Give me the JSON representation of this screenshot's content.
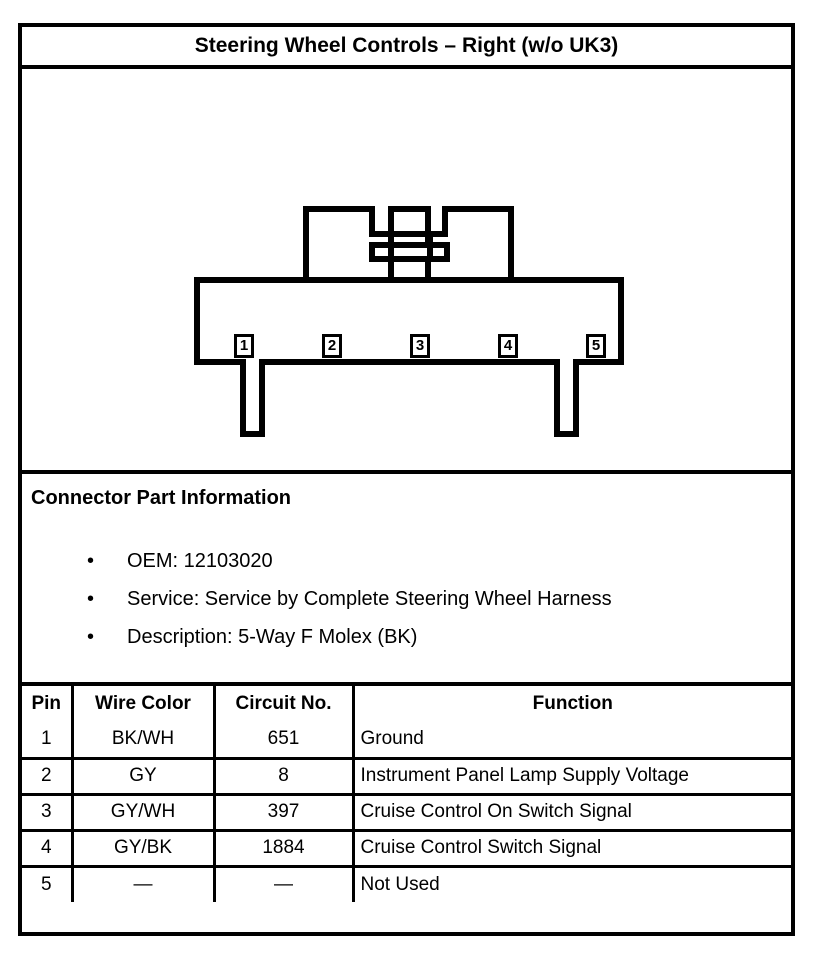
{
  "document": {
    "title": "Steering Wheel Controls – Right (w/o UK3)"
  },
  "connector_diagram": {
    "label": "5-way female connector face view",
    "pins": [
      {
        "number": "1"
      },
      {
        "number": "2"
      },
      {
        "number": "3"
      },
      {
        "number": "4"
      },
      {
        "number": "5"
      }
    ]
  },
  "part_information": {
    "heading": "Connector Part Information",
    "bullet_glyph": "•",
    "items": [
      "OEM: 12103020",
      "Service: Service by Complete Steering Wheel Harness",
      "Description: 5-Way F Molex (BK)"
    ]
  },
  "pinout_table": {
    "headers": [
      "Pin",
      "Wire Color",
      "Circuit No.",
      "Function"
    ],
    "rows": [
      {
        "pin": "1",
        "wire_color": "BK/WH",
        "circuit_no": "651",
        "function": "Ground"
      },
      {
        "pin": "2",
        "wire_color": "GY",
        "circuit_no": "8",
        "function": "Instrument Panel Lamp Supply Voltage"
      },
      {
        "pin": "3",
        "wire_color": "GY/WH",
        "circuit_no": "397",
        "function": "Cruise Control On Switch Signal"
      },
      {
        "pin": "4",
        "wire_color": "GY/BK",
        "circuit_no": "1884",
        "function": "Cruise Control Switch Signal"
      },
      {
        "pin": "5",
        "wire_color": "—",
        "circuit_no": "—",
        "function": "Not Used"
      }
    ]
  },
  "colors": {
    "ink": "#000000",
    "paper": "#ffffff"
  }
}
